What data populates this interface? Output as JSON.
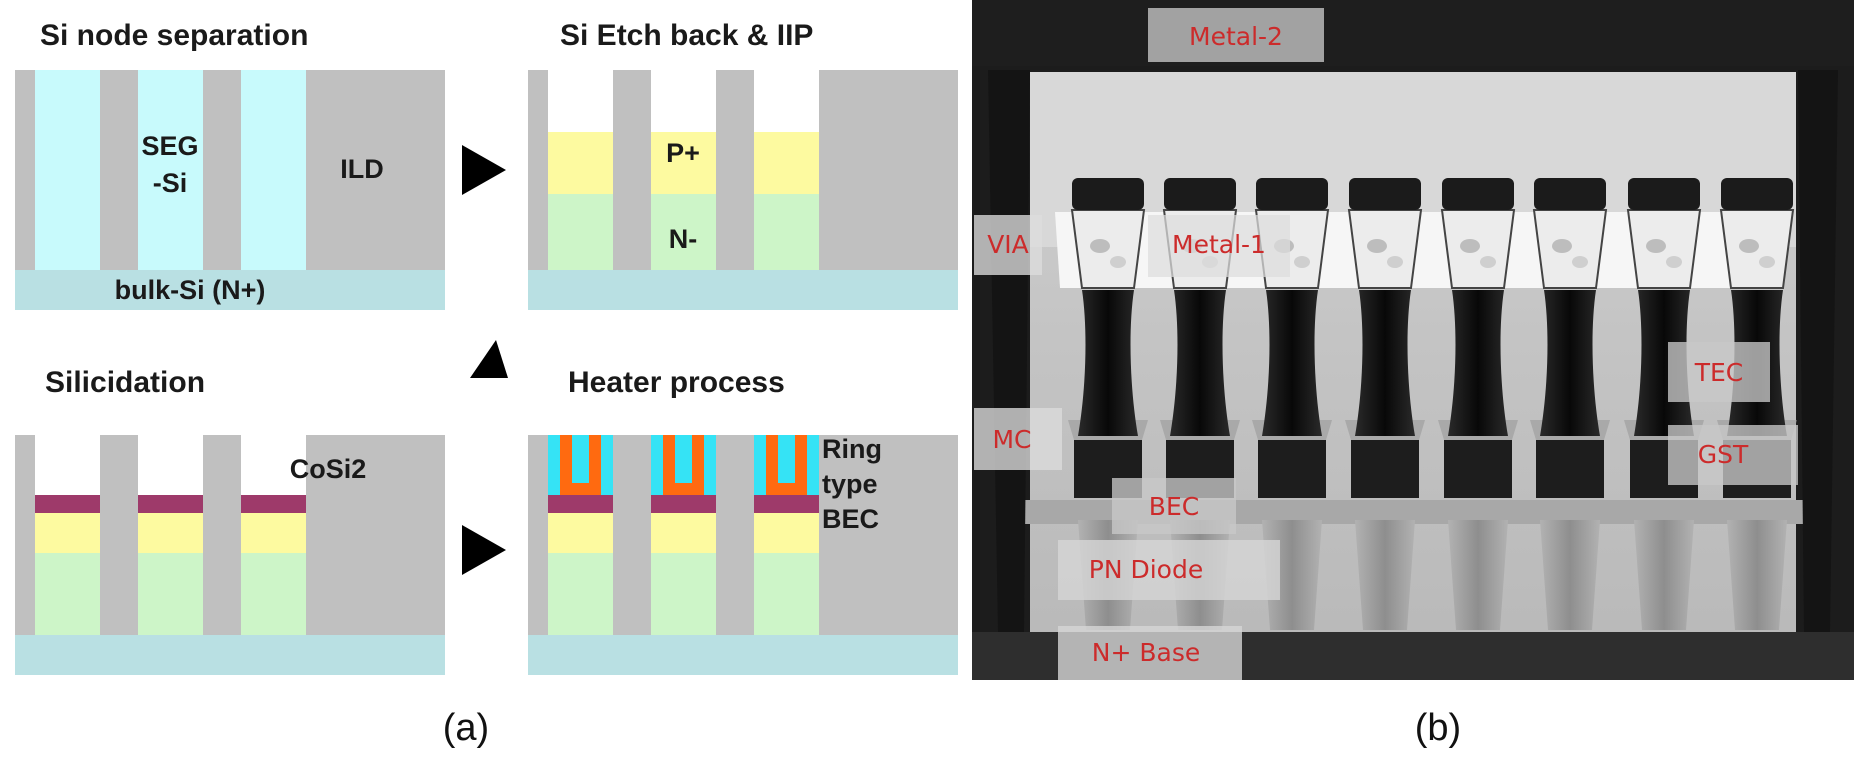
{
  "panel_a": {
    "caption": "(a)",
    "steps": [
      {
        "title": "Si node separation",
        "labels": [
          "SEG",
          "-Si",
          "ILD",
          "bulk-Si (N+)"
        ]
      },
      {
        "title": "Si Etch back & IIP",
        "labels": [
          "P+",
          "N-"
        ]
      },
      {
        "title": "Silicidation",
        "labels": [
          "CoSi2"
        ]
      },
      {
        "title": "Heater process",
        "labels": [
          "Ring",
          "type",
          "BEC"
        ]
      }
    ],
    "colors": {
      "ild": "#c0c0c0",
      "seg_si": "#c8fafc",
      "bulk": "#b9e0e3",
      "p_plus": "#fdfaa0",
      "n_minus": "#cdf5c8",
      "cosi2": "#9e3a6a",
      "heater_orange": "#ff6a10",
      "heater_cyan": "#35e3f5",
      "arrow": "#000000"
    }
  },
  "panel_b": {
    "caption": "(b)",
    "labels": [
      "Metal-2",
      "VIA",
      "Metal-1",
      "TEC",
      "MC",
      "GST",
      "BEC",
      "PN Diode",
      "N+ Base"
    ],
    "colors": {
      "label_text": "#cc2b2b"
    }
  }
}
